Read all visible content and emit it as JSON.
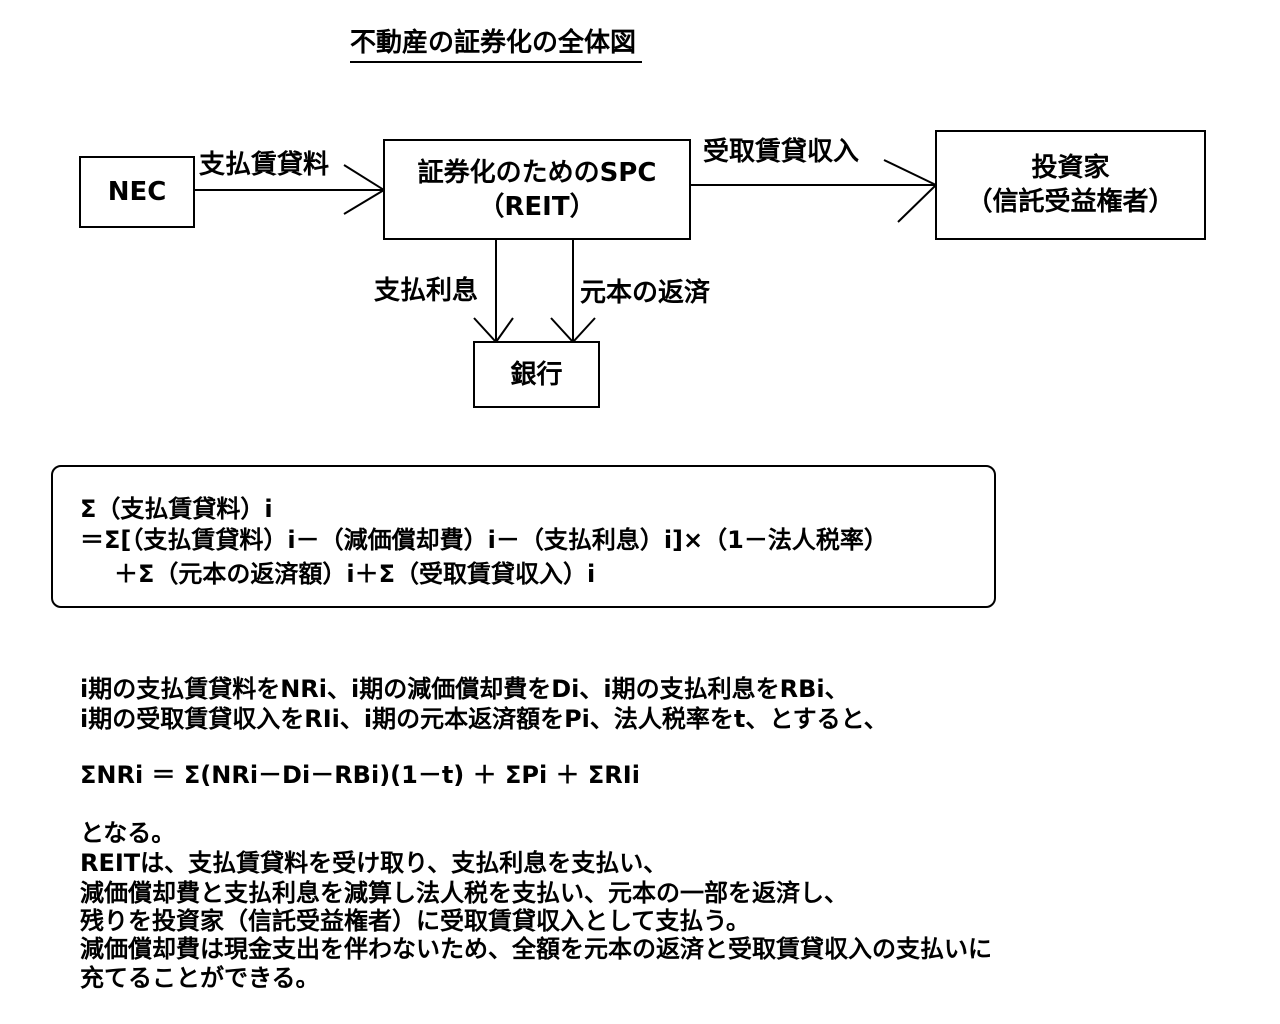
{
  "title": "不動産の証券化の全体図",
  "diagram": {
    "nodes": {
      "nec": "NEC",
      "spc_line1": "証券化のためのSPC",
      "spc_line2": "（REIT）",
      "investor_line1": "投資家",
      "investor_line2": "（信託受益権者）",
      "bank": "銀行"
    },
    "edges": {
      "nec_to_spc": "支払賃貸料",
      "spc_to_investor": "受取賃貸収入",
      "spc_to_bank_interest": "支払利息",
      "spc_to_bank_principal": "元本の返済"
    }
  },
  "formula": {
    "line1": "Σ（支払賃貸料）i",
    "line2": "＝Σ[（支払賃貸料）i－（減価償却費）i－（支払利息）i]×（1－法人税率）",
    "line3": "＋Σ（元本の返済額）i＋Σ（受取賃貸収入）i"
  },
  "definitions": {
    "line1": "i期の支払賃貸料をNRi、i期の減価償却費をDi、i期の支払利息をRBi、",
    "line2": "i期の受取賃貸収入をRIi、i期の元本返済額をPi、法人税率をt、とすると、"
  },
  "equation": "ΣNRi ＝ Σ(NRi－Di－RBi)(1－t) ＋ ΣPi ＋ ΣRIi",
  "conclusion": {
    "line1": "となる。",
    "line2": "REITは、支払賃貸料を受け取り、支払利息を支払い、",
    "line3": "減価償却費と支払利息を減算し法人税を支払い、元本の一部を返済し、",
    "line4": "残りを投資家（信託受益権者）に受取賃貸収入として支払う。",
    "line5": "減価償却費は現金支出を伴わないため、全額を元本の返済と受取賃貸収入の支払いに",
    "line6": "充てることができる。"
  }
}
